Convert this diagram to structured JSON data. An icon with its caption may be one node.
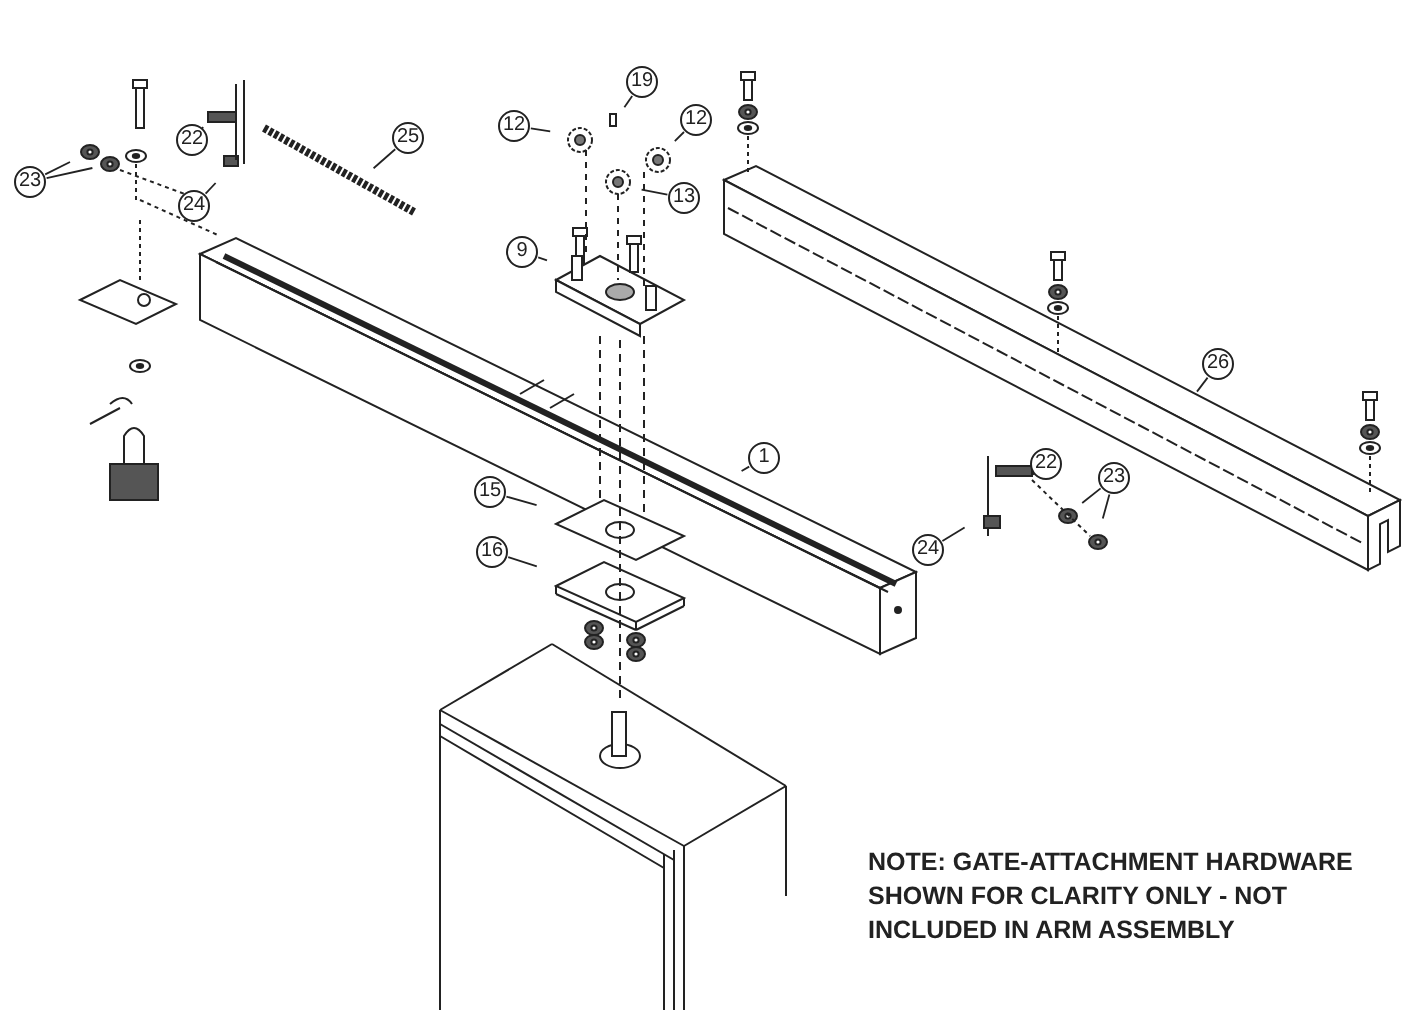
{
  "diagram": {
    "nodes": [
      {
        "text": [
          "23"
        ]
      },
      {
        "text": [
          "22"
        ]
      },
      {
        "text": [
          "24"
        ]
      },
      {
        "text": [
          "25"
        ]
      },
      {
        "text": [
          "12"
        ]
      },
      {
        "text": [
          "19"
        ]
      },
      {
        "text": [
          "13"
        ]
      },
      {
        "text": [
          "12"
        ]
      },
      {
        "text": [
          "9"
        ]
      },
      {
        "text": [
          "1"
        ]
      },
      {
        "text": [
          "15"
        ]
      },
      {
        "text": [
          "16"
        ]
      },
      {
        "text": [
          "26"
        ]
      },
      {
        "text": [
          "22"
        ]
      },
      {
        "text": [
          "24"
        ]
      },
      {
        "text": [
          "23"
        ]
      }
    ],
    "edges": [
      {
        "from": 0,
        "to": null,
        "arrow": "none"
      },
      {
        "from": 0,
        "to": null,
        "arrow": "none"
      },
      {
        "from": 1,
        "to": null,
        "arrow": "none"
      },
      {
        "from": 2,
        "to": null,
        "arrow": "none"
      },
      {
        "from": 3,
        "to": null,
        "arrow": "none"
      },
      {
        "from": 4,
        "to": null,
        "arrow": "none"
      },
      {
        "from": 5,
        "to": null,
        "arrow": "none"
      },
      {
        "from": 6,
        "to": null,
        "arrow": "none"
      },
      {
        "from": 7,
        "to": null,
        "arrow": "none"
      },
      {
        "from": 8,
        "to": null,
        "arrow": "none"
      },
      {
        "from": 9,
        "to": null,
        "arrow": "none"
      },
      {
        "from": 10,
        "to": null,
        "arrow": "none"
      },
      {
        "from": 11,
        "to": null,
        "arrow": "none"
      },
      {
        "from": 12,
        "to": null,
        "arrow": "none"
      },
      {
        "from": 13,
        "to": null,
        "arrow": "none"
      },
      {
        "from": 14,
        "to": null,
        "arrow": "none"
      },
      {
        "from": 15,
        "to": null,
        "arrow": "none"
      },
      {
        "from": 15,
        "to": null,
        "arrow": "none"
      }
    ],
    "labels": [
      "NOTE: GATE-ATTACHMENT HARDWARE SHOWN FOR CLARITY ONLY - NOT INCLUDED IN ARM ASSEMBLY"
    ]
  }
}
